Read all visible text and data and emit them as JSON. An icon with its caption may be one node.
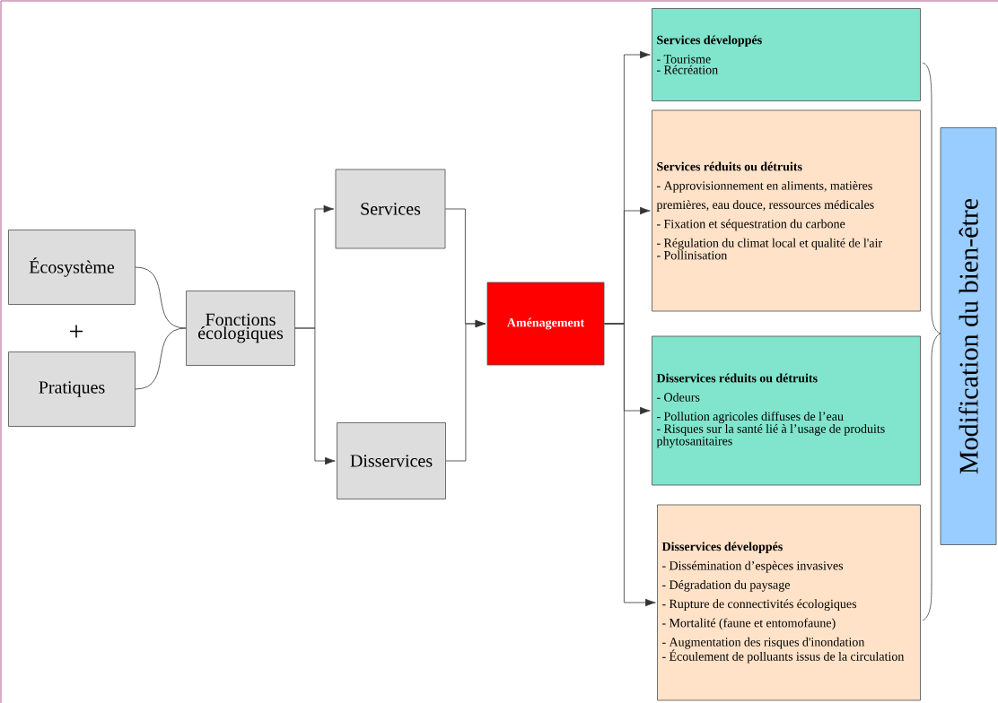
{
  "diagram": {
    "nodes": [
      {
        "text": [
          "Écosystème"
        ]
      },
      {
        "text": [
          "Pratiques"
        ]
      },
      {
        "text": [
          "Fonctions écologiques"
        ]
      },
      {
        "text": [
          "Services"
        ]
      },
      {
        "text": [
          "Disservices"
        ]
      },
      {
        "text": [
          "Aménagement"
        ]
      },
      {
        "text": [
          "Services développés",
          "- Tourisme",
          "- Récréation"
        ]
      },
      {
        "text": [
          "Services réduits ou détruits",
          "- Approvisionnement en aliments, matières premières, eau douce, ressources médicales",
          "- Fixation et séquestration du carbone",
          "- Régulation du climat local et qualité de l'air",
          "- Pollinisation"
        ]
      },
      {
        "text": [
          "Disservices réduits ou détruits",
          "- Odeurs",
          "- Pollution agricoles diffuses de l’eau",
          "- Risques sur la santé lié à l’usage de produits phytosanitaires"
        ]
      },
      {
        "text": [
          "Disservices développés",
          "- Dissémination d’espèces invasives",
          "- Dégradation du paysage",
          "- Rupture de connectivités écologiques",
          "- Mortalité (faune et entomofaune)",
          "- Augmentation des risques d'inondation",
          "- Écoulement de polluants issus de la circulation"
        ]
      },
      {
        "text": [
          "Modification du bien-être"
        ]
      }
    ],
    "edges": [
      {
        "from": 0,
        "to": 2,
        "arrow": "none"
      },
      {
        "from": 1,
        "to": 2,
        "arrow": "none"
      },
      {
        "from": 2,
        "to": 3,
        "arrow": "to"
      },
      {
        "from": 2,
        "to": 4,
        "arrow": "to"
      },
      {
        "from": 3,
        "to": 5,
        "arrow": "to"
      },
      {
        "from": 4,
        "to": 5,
        "arrow": "to"
      },
      {
        "from": 5,
        "to": 6,
        "arrow": "to"
      },
      {
        "from": 5,
        "to": 7,
        "arrow": "to"
      },
      {
        "from": 5,
        "to": 8,
        "arrow": "to"
      },
      {
        "from": 5,
        "to": 9,
        "arrow": "to"
      }
    ],
    "labels": [
      "+"
    ]
  }
}
